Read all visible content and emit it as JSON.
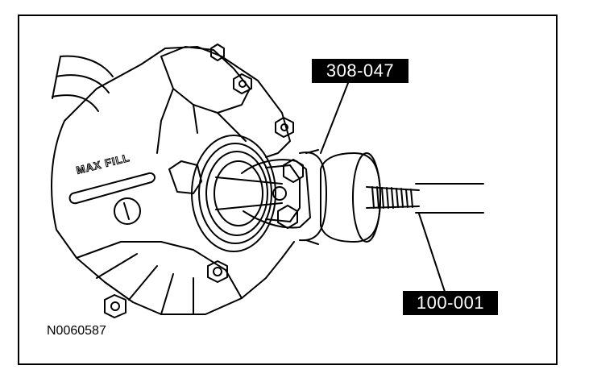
{
  "figure_id": "N0060587",
  "embossed_text": "MAX FILL",
  "callouts": {
    "remover_tool": "308-047",
    "slide_hammer": "100-001"
  }
}
